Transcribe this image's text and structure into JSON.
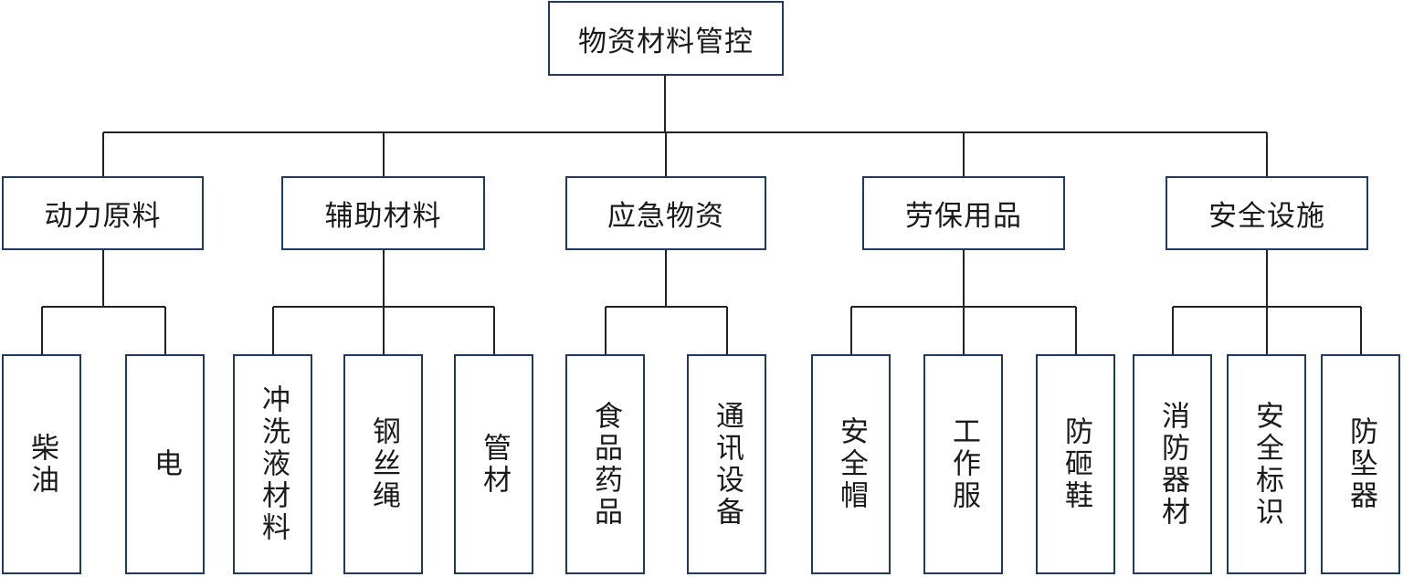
{
  "diagram": {
    "root": "物资材料管控",
    "line_color": "#222222",
    "box_border_color": "#1f3864",
    "categories": [
      {
        "label": "动力原料",
        "items": [
          "柴油",
          "电"
        ]
      },
      {
        "label": "辅助材料",
        "items": [
          "冲洗液材料",
          "钢丝绳",
          "管材"
        ]
      },
      {
        "label": "应急物资",
        "items": [
          "食品药品",
          "通讯设备"
        ]
      },
      {
        "label": "劳保用品",
        "items": [
          "安全帽",
          "工作服",
          "防砸鞋"
        ]
      },
      {
        "label": "安全设施",
        "items": [
          "消防器材",
          "安全标识",
          "防坠器"
        ]
      }
    ]
  }
}
